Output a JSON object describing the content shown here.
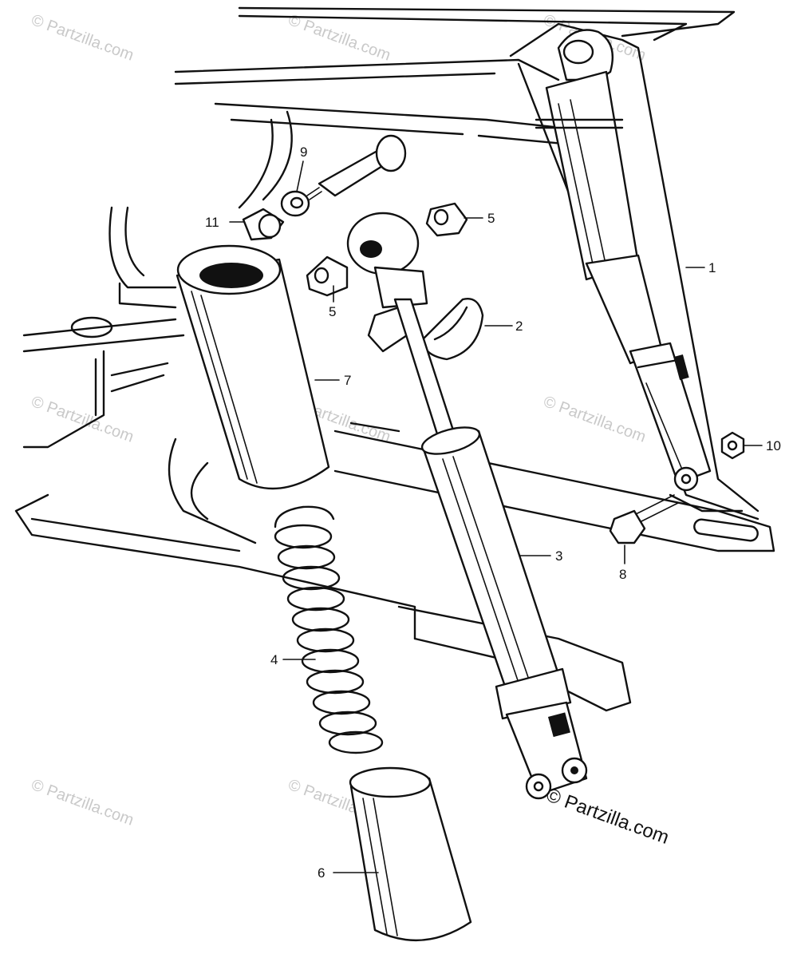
{
  "watermark": {
    "text": "© Partzilla.com",
    "repeat": [
      {
        "id": "wm-1"
      },
      {
        "id": "wm-2"
      },
      {
        "id": "wm-3"
      },
      {
        "id": "wm-4"
      },
      {
        "id": "wm-5"
      },
      {
        "id": "wm-6"
      },
      {
        "id": "wm-7"
      },
      {
        "id": "wm-8"
      }
    ],
    "signature": "© Partzilla.com"
  },
  "callouts": [
    {
      "key": "p1",
      "label": "1"
    },
    {
      "key": "p2",
      "label": "2"
    },
    {
      "key": "p3",
      "label": "3"
    },
    {
      "key": "p4",
      "label": "4"
    },
    {
      "key": "p5a",
      "label": "5"
    },
    {
      "key": "p5b",
      "label": "5"
    },
    {
      "key": "p6",
      "label": "6"
    },
    {
      "key": "p7",
      "label": "7"
    },
    {
      "key": "p8",
      "label": "8"
    },
    {
      "key": "p9",
      "label": "9"
    },
    {
      "key": "p10",
      "label": "10"
    },
    {
      "key": "p11",
      "label": "11"
    }
  ]
}
